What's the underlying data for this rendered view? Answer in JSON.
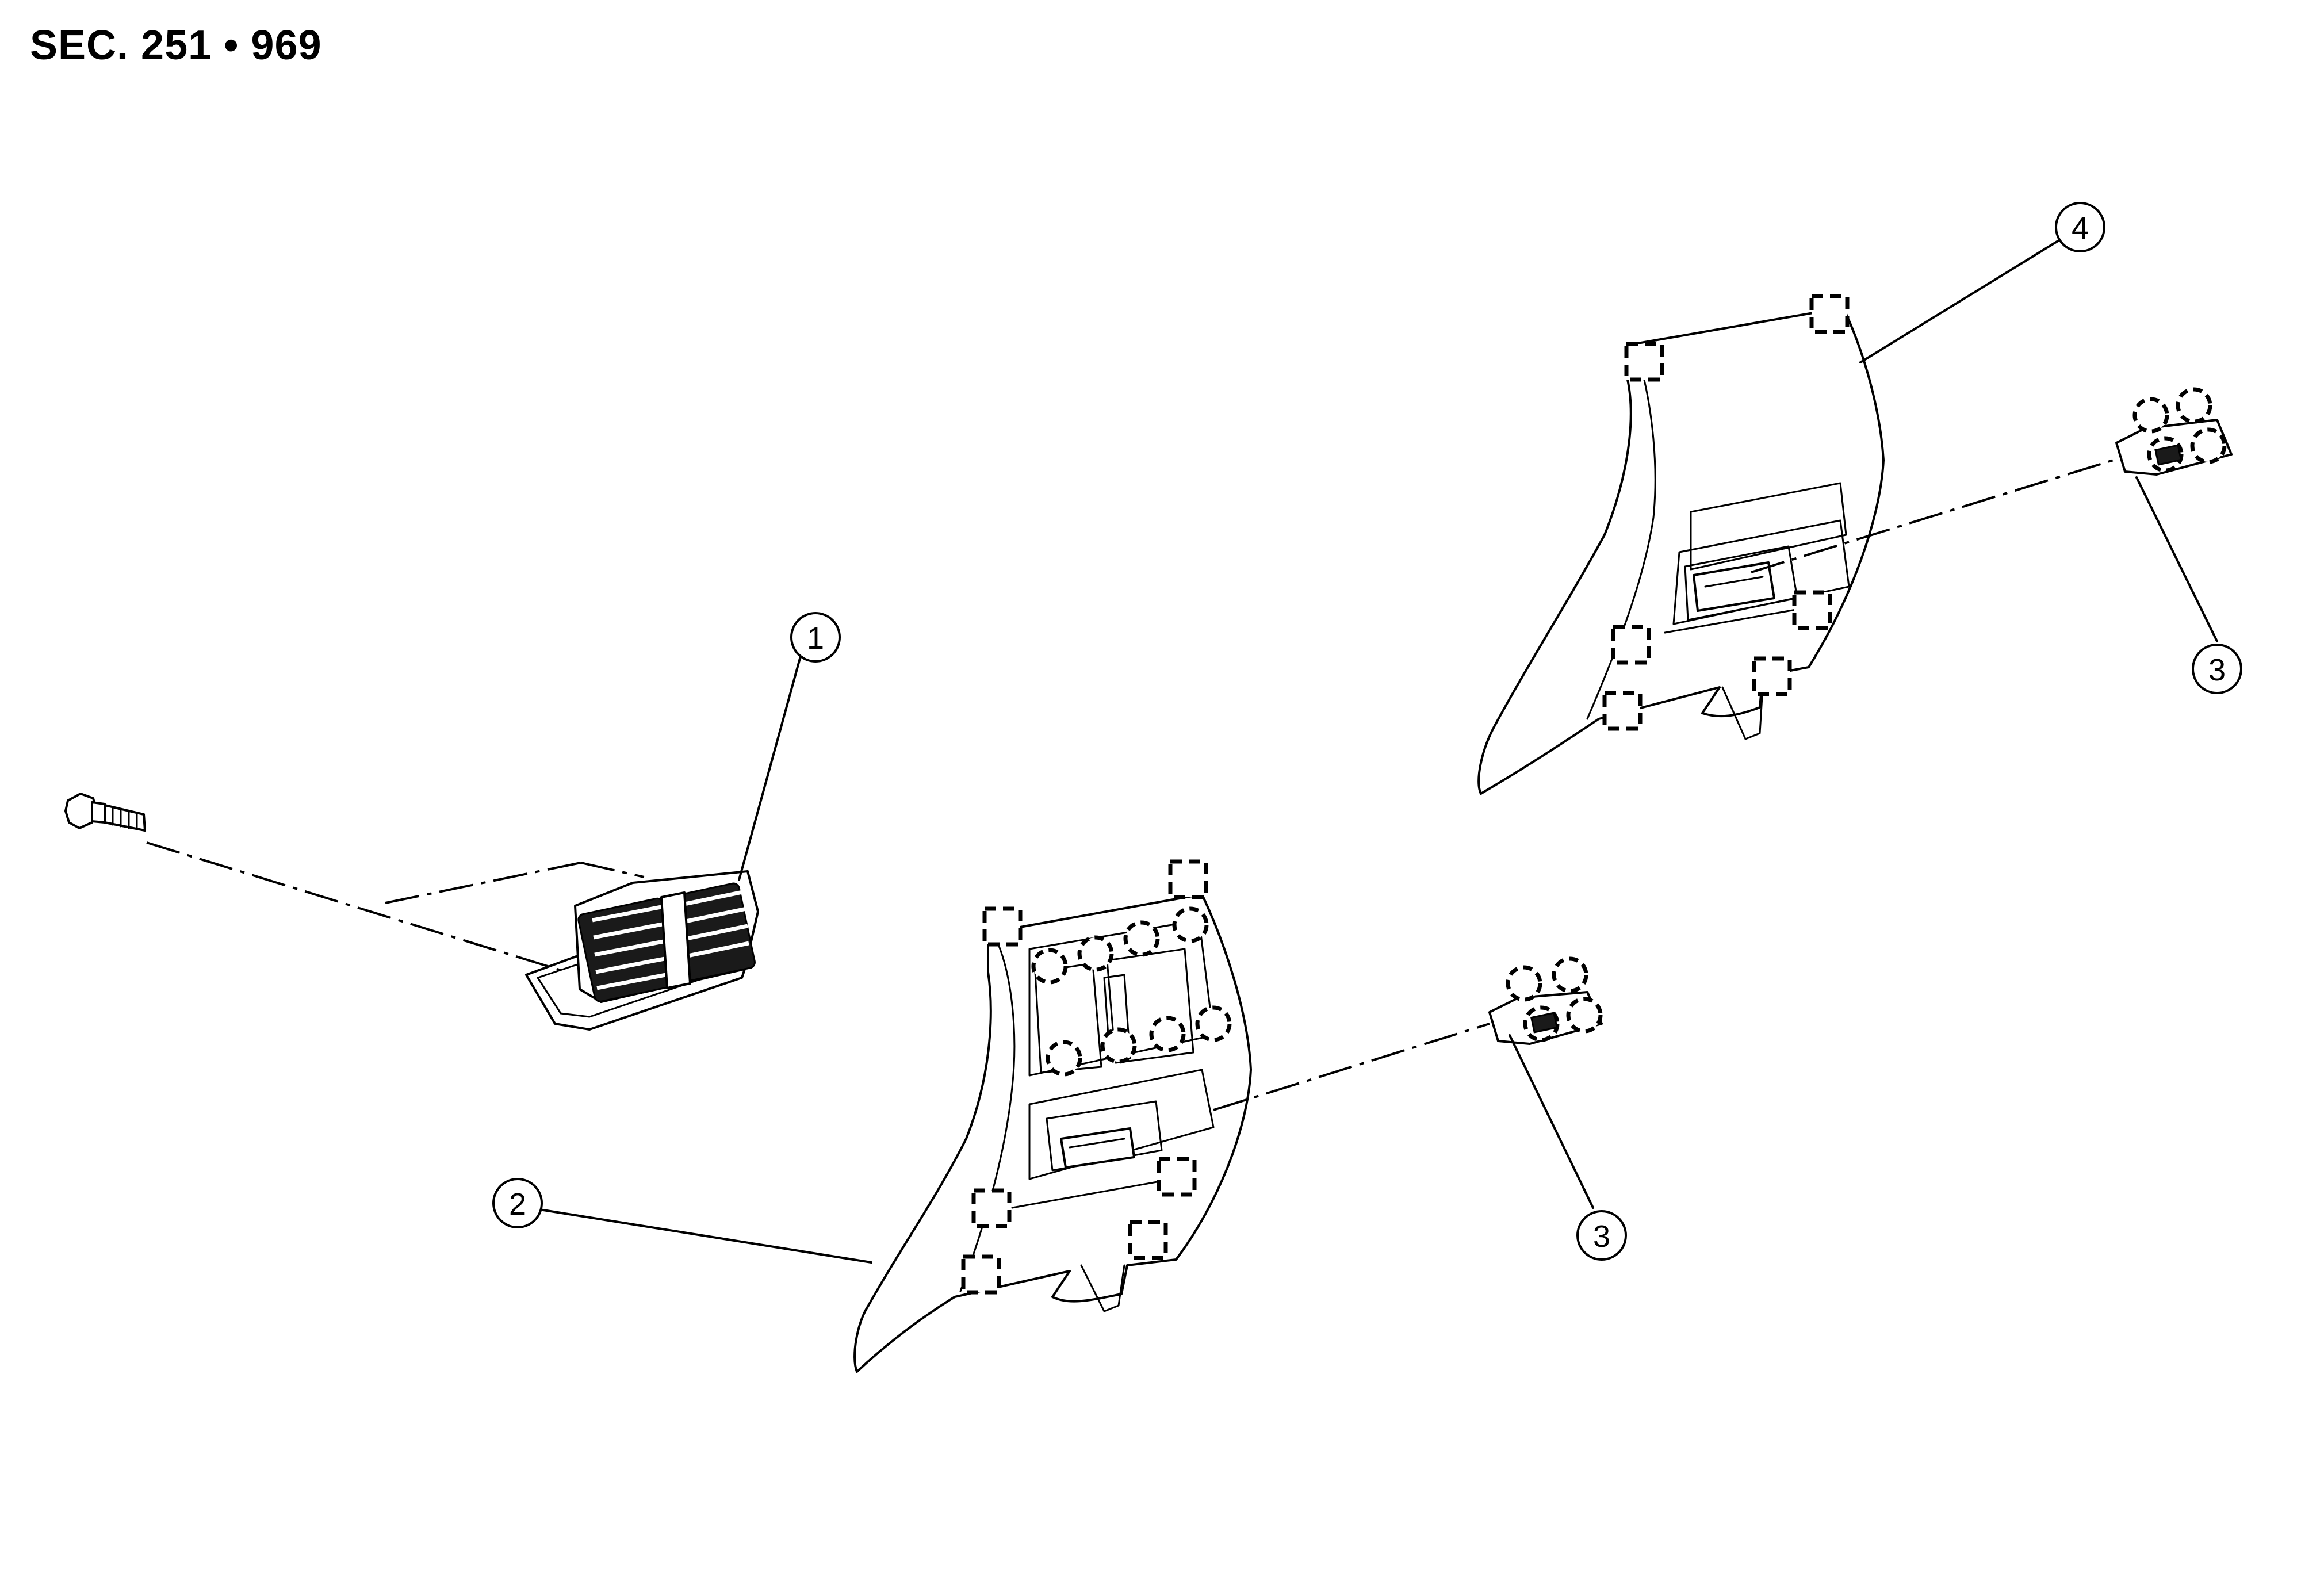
{
  "header": {
    "section_title": "SEC. 251 • 969"
  },
  "callouts": [
    {
      "number": "1"
    },
    {
      "number": "2"
    },
    {
      "number": "3"
    },
    {
      "number": "3"
    },
    {
      "number": "4"
    }
  ]
}
